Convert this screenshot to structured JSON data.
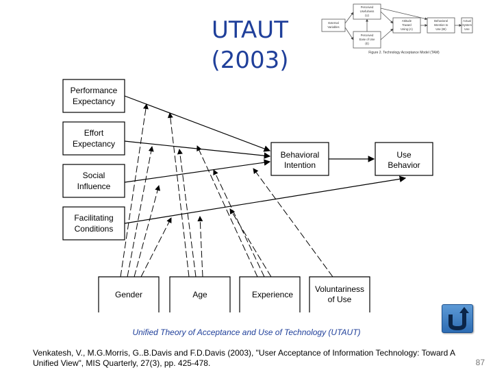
{
  "slide": {
    "title_line1": "UTAUT",
    "title_line2": "(2003)",
    "caption": "Unified Theory of Acceptance and Use of Technology (UTAUT)",
    "reference": "Venkatesh, V., M.G.Morris, G..B.Davis and F.D.Davis (2003), \"User Acceptance of Information Technology: Toward A Unified View\", MIS Quarterly, 27(3), pp. 425-478.",
    "page_number": "87"
  },
  "tam_thumbnail": {
    "usefulness": [
      "Perceived",
      "Usefulness",
      "(U)"
    ],
    "ease": [
      "Perceived",
      "Ease of Use",
      "(E)"
    ],
    "external": [
      "External",
      "Variables"
    ],
    "attitude": [
      "Attitude",
      "Toward",
      "Using (A)"
    ],
    "intention": [
      "Behavioral",
      "Intention to",
      "Use (BI)"
    ],
    "actual": [
      "Actual",
      "System",
      "Use"
    ],
    "caption": "Figure 2. Technology Acceptance Model (TAM)"
  },
  "model": {
    "determinants": [
      [
        "Performance",
        "Expectancy"
      ],
      [
        "Effort",
        "Expectancy"
      ],
      [
        "Social",
        "Influence"
      ],
      [
        "Facilitating",
        "Conditions"
      ]
    ],
    "intention": [
      "Behavioral",
      "Intention"
    ],
    "behavior": [
      "Use",
      "Behavior"
    ],
    "moderators": [
      [
        "Gender"
      ],
      [
        "Age"
      ],
      [
        "Experience"
      ],
      [
        "Voluntariness",
        "of Use"
      ]
    ]
  },
  "nav": {
    "icon": "u-turn-back-icon"
  }
}
